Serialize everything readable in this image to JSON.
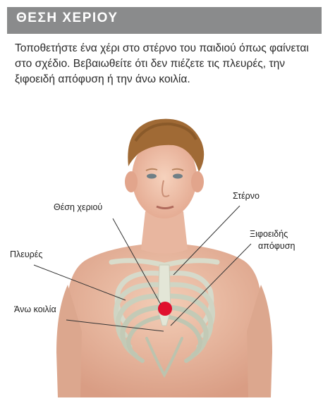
{
  "header": {
    "title": "ΘΕΣΗ ΧΕΡΙΟΥ",
    "background_color": "#8a8b8c"
  },
  "instructions": {
    "text": "Τοποθετήστε ένα χέρι στο στέρνο του παιδιού όπως φαίνεται στο σχέδιο. Βεβαιωθείτε ότι δεν πιέζετε τις πλευρές, την ξιφοειδή απόφυση ή την άνω κοιλία."
  },
  "figure": {
    "labels": {
      "hand_position": "Θέση χεριού",
      "sternum": "Στέρνο",
      "xiphoid_line1": "Ξιφοειδής",
      "xiphoid_line2": "απόφυση",
      "ribs": "Πλευρές",
      "upper_abdomen": "Άνω κοιλία"
    },
    "marker_color": "#e0102e"
  }
}
